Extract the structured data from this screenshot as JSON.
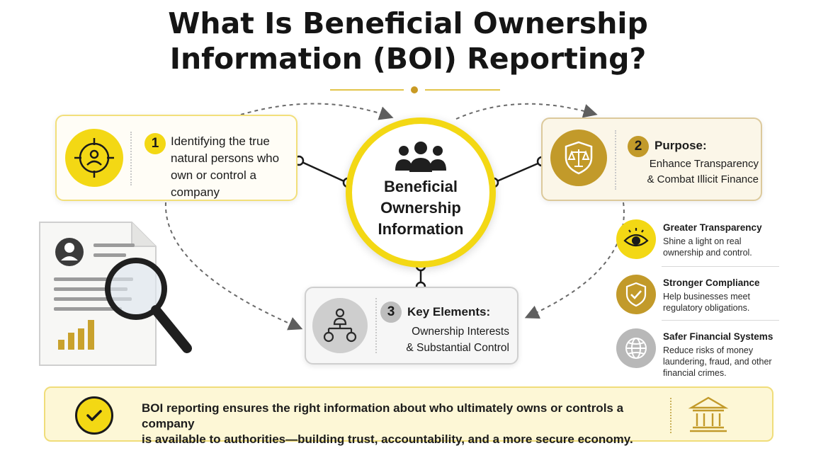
{
  "title": {
    "line1": "What Is Beneficial Ownership",
    "line2": "Information (BOI) Reporting?"
  },
  "center": {
    "icon": "people-group-icon",
    "line1": "Beneficial",
    "line2": "Ownership",
    "line3": "Information"
  },
  "cards": {
    "identify": {
      "number": "1",
      "icon": "target-person-icon",
      "text": "Identifying the true natural persons who own or control a company"
    },
    "purpose": {
      "number": "2",
      "icon": "shield-scales-icon",
      "heading": "Purpose:",
      "line1": "Enhance Transparency",
      "line2": "& Combat Illicit Finance"
    },
    "elements": {
      "number": "3",
      "icon": "org-chart-icon",
      "heading": "Key Elements:",
      "line1": "Ownership Interests",
      "line2": "& Substantial Control"
    }
  },
  "benefits": [
    {
      "icon": "eye-icon",
      "title": "Greater Transparency",
      "desc": "Shine a light on real ownership and control."
    },
    {
      "icon": "shield-check-icon",
      "title": "Stronger Compliance",
      "desc": "Help businesses meet regulatory obligations."
    },
    {
      "icon": "globe-icon",
      "title": "Safer Financial Systems",
      "desc": "Reduce risks of money laundering, fraud, and other financial crimes."
    }
  ],
  "banner": {
    "icon": "check-circle-icon",
    "line1": "BOI reporting ensures the right information about who ultimately owns or controls a company",
    "line2": "is available to authorities—building trust, accountability, and a more secure economy.",
    "right_icon": "bank-building-icon"
  },
  "colors": {
    "yellow": "#f3d814",
    "gold": "#c29a2a",
    "gray": "#cecece",
    "dark": "#1a1a1a"
  }
}
